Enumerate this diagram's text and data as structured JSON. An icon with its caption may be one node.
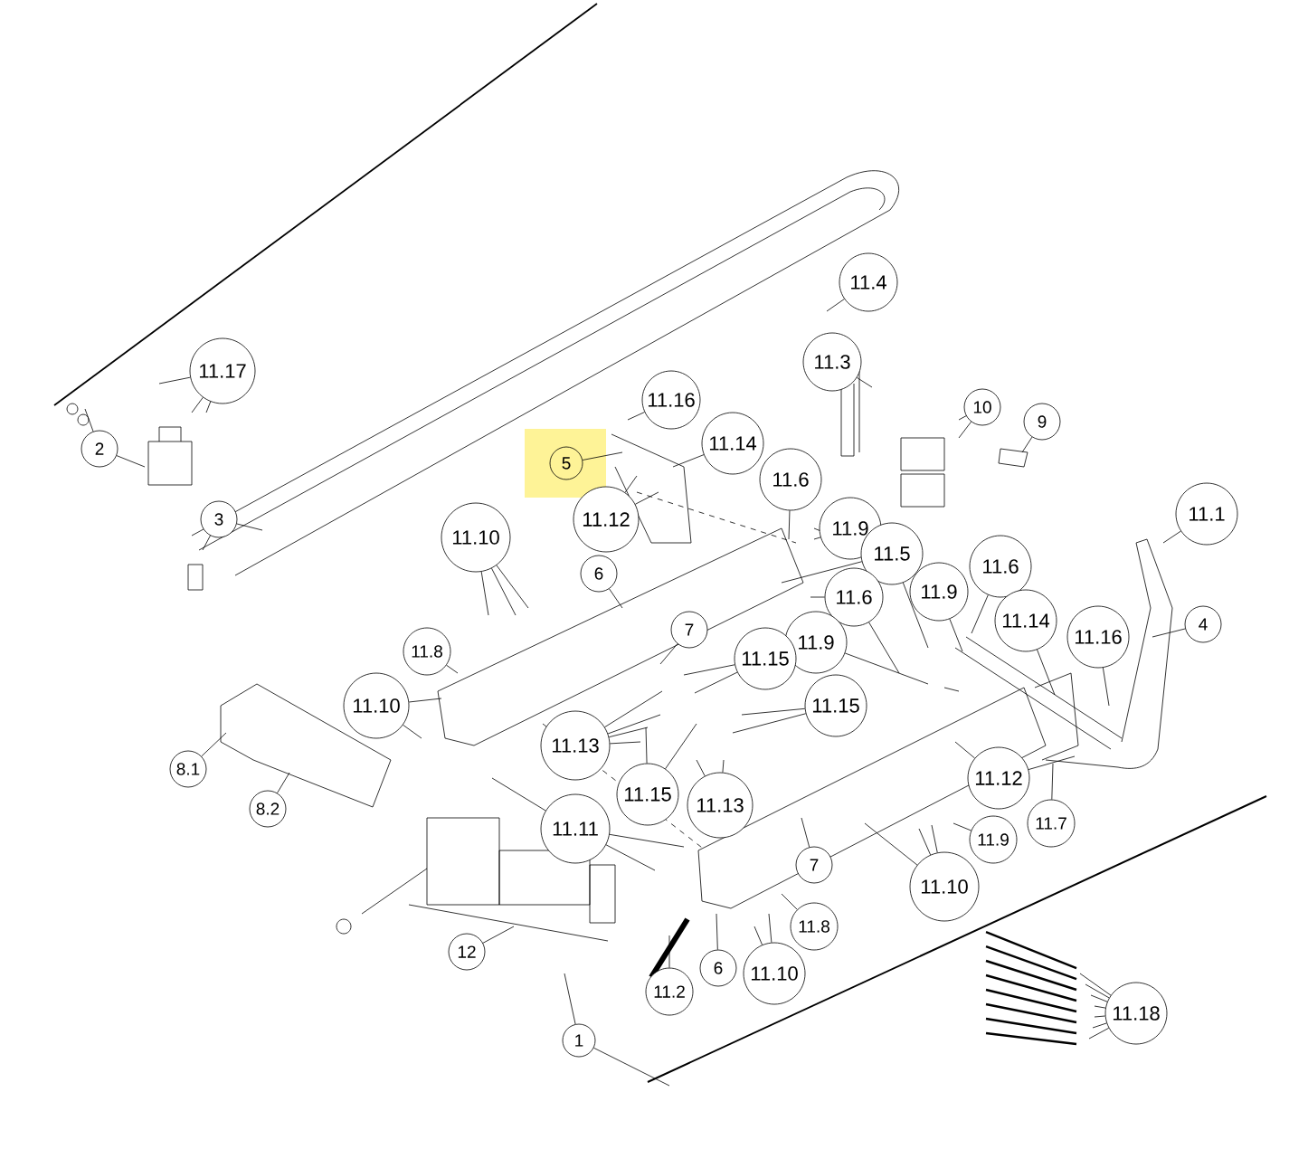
{
  "diagram": {
    "nodes": [
      {
        "text": [
          "11.4"
        ]
      },
      {
        "text": [
          "11.3"
        ]
      },
      {
        "text": [
          "11.17"
        ]
      },
      {
        "text": [
          "11.16"
        ]
      },
      {
        "text": [
          "10"
        ]
      },
      {
        "text": [
          "9"
        ]
      },
      {
        "text": [
          "11.14"
        ]
      },
      {
        "text": [
          "2"
        ]
      },
      {
        "text": [
          "5"
        ]
      },
      {
        "text": [
          "11.6"
        ]
      },
      {
        "text": [
          "11.1"
        ]
      },
      {
        "text": [
          "11.12"
        ]
      },
      {
        "text": [
          "3"
        ]
      },
      {
        "text": [
          "11.9"
        ]
      },
      {
        "text": [
          "11.10"
        ]
      },
      {
        "text": [
          "11.5"
        ]
      },
      {
        "text": [
          "11.6"
        ]
      },
      {
        "text": [
          "6"
        ]
      },
      {
        "text": [
          "11.9"
        ]
      },
      {
        "text": [
          "11.6"
        ]
      },
      {
        "text": [
          "11.14"
        ]
      },
      {
        "text": [
          "4"
        ]
      },
      {
        "text": [
          "7"
        ]
      },
      {
        "text": [
          "11.16"
        ]
      },
      {
        "text": [
          "11.9"
        ]
      },
      {
        "text": [
          "11.8"
        ]
      },
      {
        "text": [
          "11.15"
        ]
      },
      {
        "text": [
          "11.10"
        ]
      },
      {
        "text": [
          "11.15"
        ]
      },
      {
        "text": [
          "11.13"
        ]
      },
      {
        "text": [
          "8.1"
        ]
      },
      {
        "text": [
          "11.12"
        ]
      },
      {
        "text": [
          "11.15"
        ]
      },
      {
        "text": [
          "11.13"
        ]
      },
      {
        "text": [
          "8.2"
        ]
      },
      {
        "text": [
          "11.7"
        ]
      },
      {
        "text": [
          "11.11"
        ]
      },
      {
        "text": [
          "11.9"
        ]
      },
      {
        "text": [
          "7"
        ]
      },
      {
        "text": [
          "11.10"
        ]
      },
      {
        "text": [
          "11.8"
        ]
      },
      {
        "text": [
          "12"
        ]
      },
      {
        "text": [
          "6"
        ]
      },
      {
        "text": [
          "11.10"
        ]
      },
      {
        "text": [
          "11.2"
        ]
      },
      {
        "text": [
          "11.18"
        ]
      },
      {
        "text": [
          "1"
        ]
      }
    ],
    "edges": [
      {
        "from": 0,
        "to": null,
        "arrow": "none"
      },
      {
        "from": 1,
        "to": null,
        "arrow": "none"
      },
      {
        "from": 2,
        "to": null,
        "arrow": "none"
      },
      {
        "from": 2,
        "to": null,
        "arrow": "none"
      },
      {
        "from": 2,
        "to": null,
        "arrow": "none"
      },
      {
        "from": 3,
        "to": null,
        "arrow": "none"
      },
      {
        "from": 4,
        "to": null,
        "arrow": "none"
      },
      {
        "from": 4,
        "to": null,
        "arrow": "none"
      },
      {
        "from": 5,
        "to": null,
        "arrow": "none"
      },
      {
        "from": 6,
        "to": null,
        "arrow": "none"
      },
      {
        "from": 7,
        "to": null,
        "arrow": "none"
      },
      {
        "from": 7,
        "to": null,
        "arrow": "none"
      },
      {
        "from": 8,
        "to": null,
        "arrow": "none"
      },
      {
        "from": 9,
        "to": null,
        "arrow": "none"
      },
      {
        "from": 10,
        "to": null,
        "arrow": "none"
      },
      {
        "from": 11,
        "to": null,
        "arrow": "none"
      },
      {
        "from": 11,
        "to": null,
        "arrow": "none"
      },
      {
        "from": 12,
        "to": null,
        "arrow": "none"
      },
      {
        "from": 12,
        "to": null,
        "arrow": "none"
      },
      {
        "from": 13,
        "to": null,
        "arrow": "none"
      },
      {
        "from": 14,
        "to": null,
        "arrow": "none"
      },
      {
        "from": 14,
        "to": null,
        "arrow": "none"
      },
      {
        "from": 14,
        "to": null,
        "arrow": "none"
      },
      {
        "from": 15,
        "to": null,
        "arrow": "none"
      },
      {
        "from": 15,
        "to": null,
        "arrow": "none"
      },
      {
        "from": 16,
        "to": null,
        "arrow": "none"
      },
      {
        "from": 17,
        "to": null,
        "arrow": "none"
      },
      {
        "from": 18,
        "to": null,
        "arrow": "none"
      },
      {
        "from": 19,
        "to": null,
        "arrow": "none"
      },
      {
        "from": 19,
        "to": null,
        "arrow": "none"
      },
      {
        "from": 20,
        "to": null,
        "arrow": "none"
      },
      {
        "from": 21,
        "to": null,
        "arrow": "none"
      },
      {
        "from": 22,
        "to": null,
        "arrow": "none"
      },
      {
        "from": 23,
        "to": null,
        "arrow": "none"
      },
      {
        "from": 24,
        "to": null,
        "arrow": "none"
      },
      {
        "from": 25,
        "to": null,
        "arrow": "none"
      },
      {
        "from": 26,
        "to": null,
        "arrow": "none"
      },
      {
        "from": 26,
        "to": null,
        "arrow": "none"
      },
      {
        "from": 27,
        "to": null,
        "arrow": "none"
      },
      {
        "from": 27,
        "to": null,
        "arrow": "none"
      },
      {
        "from": 28,
        "to": null,
        "arrow": "none"
      },
      {
        "from": 28,
        "to": null,
        "arrow": "none"
      },
      {
        "from": 29,
        "to": null,
        "arrow": "none"
      },
      {
        "from": 29,
        "to": null,
        "arrow": "none"
      },
      {
        "from": 29,
        "to": null,
        "arrow": "none"
      },
      {
        "from": 29,
        "to": null,
        "arrow": "none"
      },
      {
        "from": 30,
        "to": null,
        "arrow": "none"
      },
      {
        "from": 31,
        "to": null,
        "arrow": "none"
      },
      {
        "from": 31,
        "to": null,
        "arrow": "none"
      },
      {
        "from": 32,
        "to": null,
        "arrow": "none"
      },
      {
        "from": 32,
        "to": null,
        "arrow": "none"
      },
      {
        "from": 33,
        "to": null,
        "arrow": "none"
      },
      {
        "from": 33,
        "to": null,
        "arrow": "none"
      },
      {
        "from": 34,
        "to": null,
        "arrow": "none"
      },
      {
        "from": 35,
        "to": null,
        "arrow": "none"
      },
      {
        "from": 36,
        "to": null,
        "arrow": "none"
      },
      {
        "from": 36,
        "to": null,
        "arrow": "none"
      },
      {
        "from": 36,
        "to": null,
        "arrow": "none"
      },
      {
        "from": 37,
        "to": null,
        "arrow": "none"
      },
      {
        "from": 38,
        "to": null,
        "arrow": "none"
      },
      {
        "from": 39,
        "to": null,
        "arrow": "none"
      },
      {
        "from": 39,
        "to": null,
        "arrow": "none"
      },
      {
        "from": 39,
        "to": null,
        "arrow": "none"
      },
      {
        "from": 40,
        "to": null,
        "arrow": "none"
      },
      {
        "from": 41,
        "to": null,
        "arrow": "none"
      },
      {
        "from": 42,
        "to": null,
        "arrow": "none"
      },
      {
        "from": 43,
        "to": null,
        "arrow": "none"
      },
      {
        "from": 43,
        "to": null,
        "arrow": "none"
      },
      {
        "from": 44,
        "to": null,
        "arrow": "none"
      },
      {
        "from": 45,
        "to": null,
        "arrow": "none"
      },
      {
        "from": 45,
        "to": null,
        "arrow": "none"
      },
      {
        "from": 45,
        "to": null,
        "arrow": "none"
      },
      {
        "from": 45,
        "to": null,
        "arrow": "none"
      },
      {
        "from": 45,
        "to": null,
        "arrow": "none"
      },
      {
        "from": 45,
        "to": null,
        "arrow": "none"
      },
      {
        "from": 45,
        "to": null,
        "arrow": "none"
      },
      {
        "from": 46,
        "to": null,
        "arrow": "none"
      },
      {
        "from": 46,
        "to": null,
        "arrow": "none"
      }
    ]
  }
}
